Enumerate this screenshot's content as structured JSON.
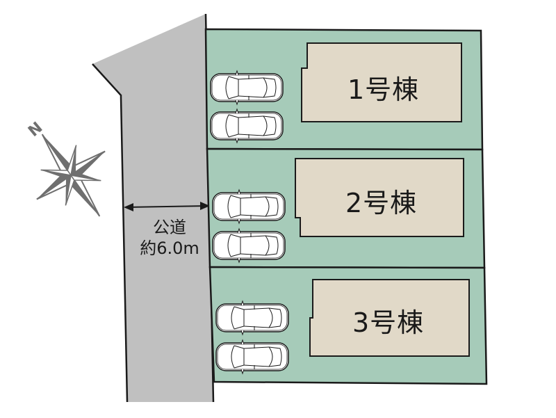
{
  "site_plan": {
    "road": {
      "label_line1": "公道",
      "label_line2": "約6.0m",
      "color": "#c0c0c0"
    },
    "compass": {
      "north_label": "N",
      "color": "#6f6f6f"
    },
    "lots": [
      {
        "building_label": "1号棟",
        "parking_spaces": 2
      },
      {
        "building_label": "2号棟",
        "parking_spaces": 2
      },
      {
        "building_label": "3号棟",
        "parking_spaces": 2
      }
    ],
    "colors": {
      "lot": "#a6cbb9",
      "building": "#e1d9c8",
      "outline": "#1a1a1a"
    }
  }
}
